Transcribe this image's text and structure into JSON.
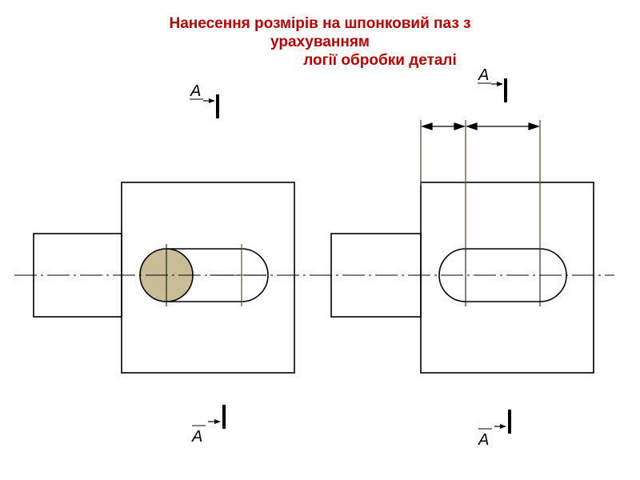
{
  "title": {
    "line1": "Нанесення розмірів на шпонковий паз з",
    "line2": "урахуванням",
    "line3": "логії обробки деталі"
  },
  "section_labels": {
    "left_top": "A",
    "left_bottom": "A",
    "right_top": "A",
    "right_bottom": "A"
  },
  "colors": {
    "title": "#c00000",
    "fill_circle": "#c8bd97",
    "extension_lines": "#5a5330",
    "outline": "#000000"
  }
}
